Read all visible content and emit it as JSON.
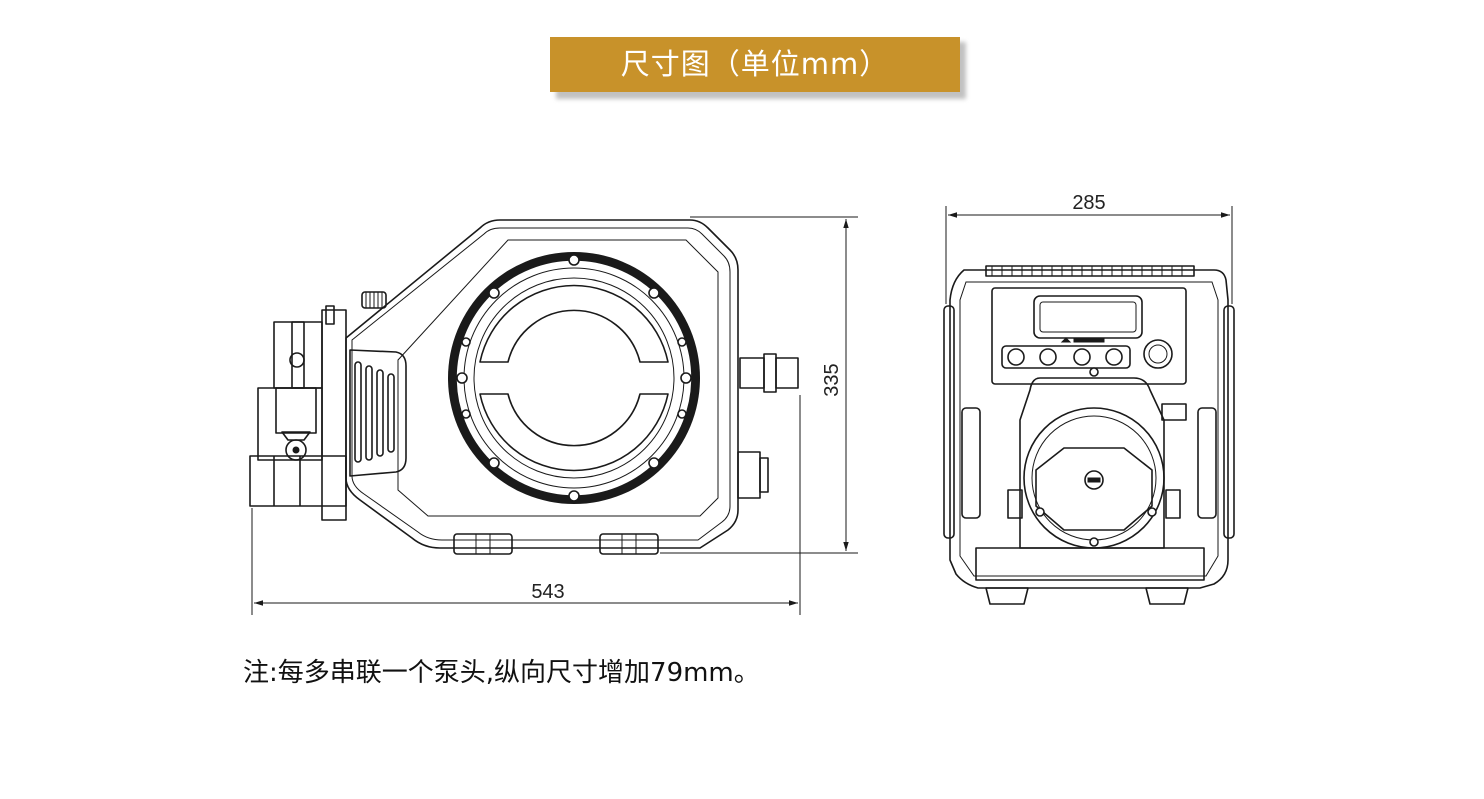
{
  "title": "尺寸图（单位mm）",
  "dimensions": {
    "side_width": "543",
    "side_height": "335",
    "front_width": "285"
  },
  "note": "注:每多串联一个泵头,纵向尺寸增加79mm。",
  "colors": {
    "banner": "#c8922a",
    "banner_text": "#ffffff",
    "line": "#1a1a1a"
  }
}
